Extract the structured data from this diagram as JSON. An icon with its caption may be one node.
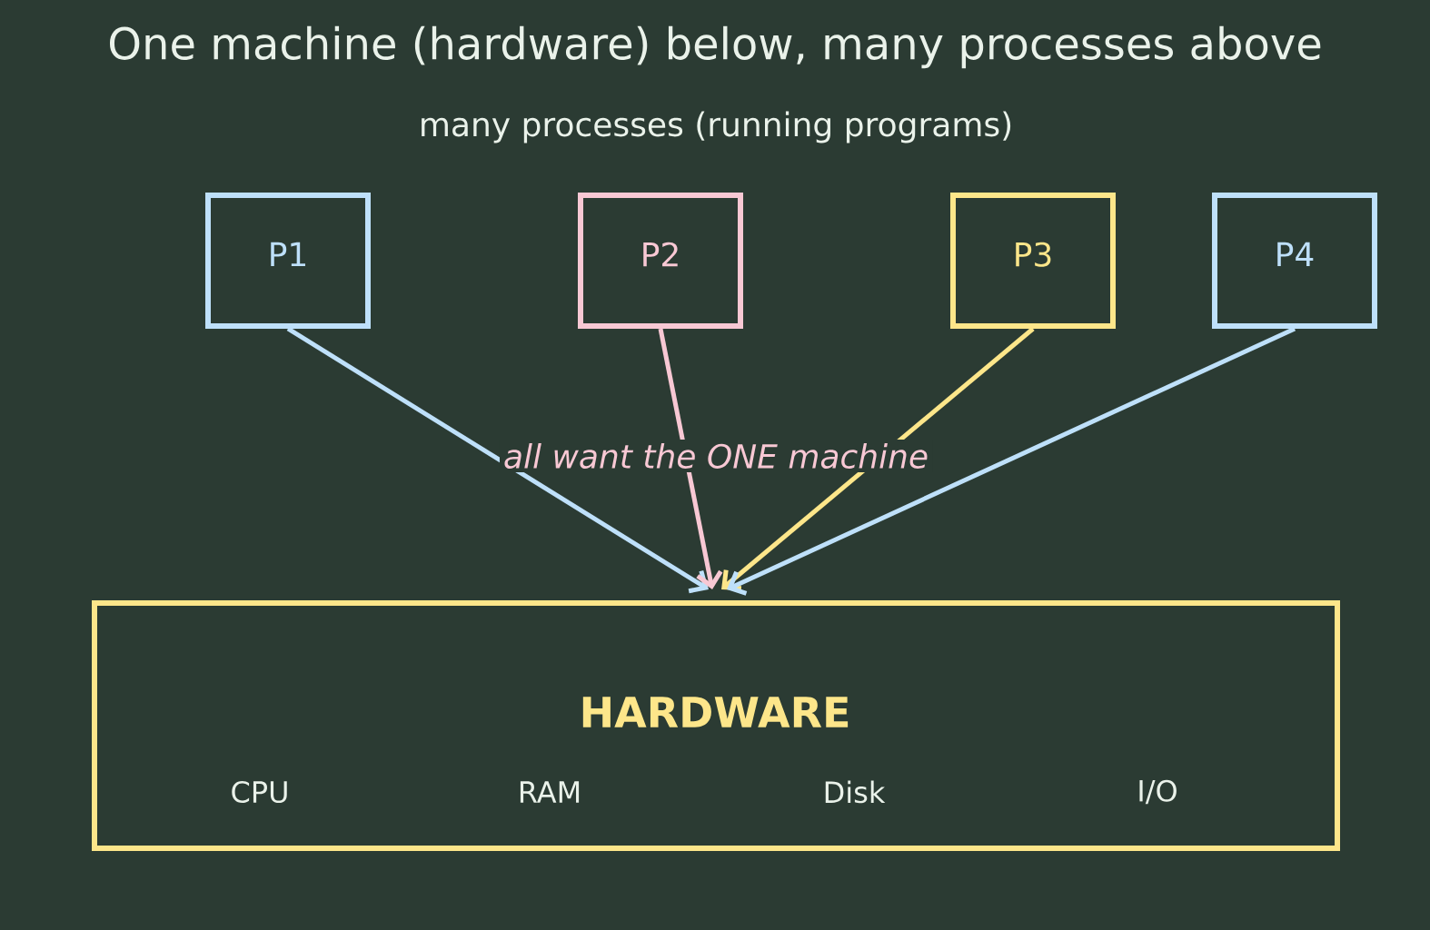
{
  "diagram": {
    "title": "One machine (hardware) below, many processes above",
    "nodes": [
      {
        "text": [
          "P1"
        ]
      },
      {
        "text": [
          "P2"
        ]
      },
      {
        "text": [
          "P3"
        ]
      },
      {
        "text": [
          "P4"
        ]
      },
      {
        "text": [
          "HARDWARE",
          "CPU",
          "RAM",
          "Disk",
          "I/O"
        ]
      }
    ],
    "edges": [
      {
        "from": 0,
        "to": 4,
        "arrow": "to"
      },
      {
        "from": 1,
        "to": 4,
        "arrow": "to",
        "color": "#f8c8d4"
      },
      {
        "from": 2,
        "to": 4,
        "arrow": "to",
        "color": "#fde68a"
      },
      {
        "from": 3,
        "to": 4,
        "arrow": "to"
      }
    ],
    "labels": [
      "many processes (running programs)",
      "all want the ONE machine"
    ]
  }
}
